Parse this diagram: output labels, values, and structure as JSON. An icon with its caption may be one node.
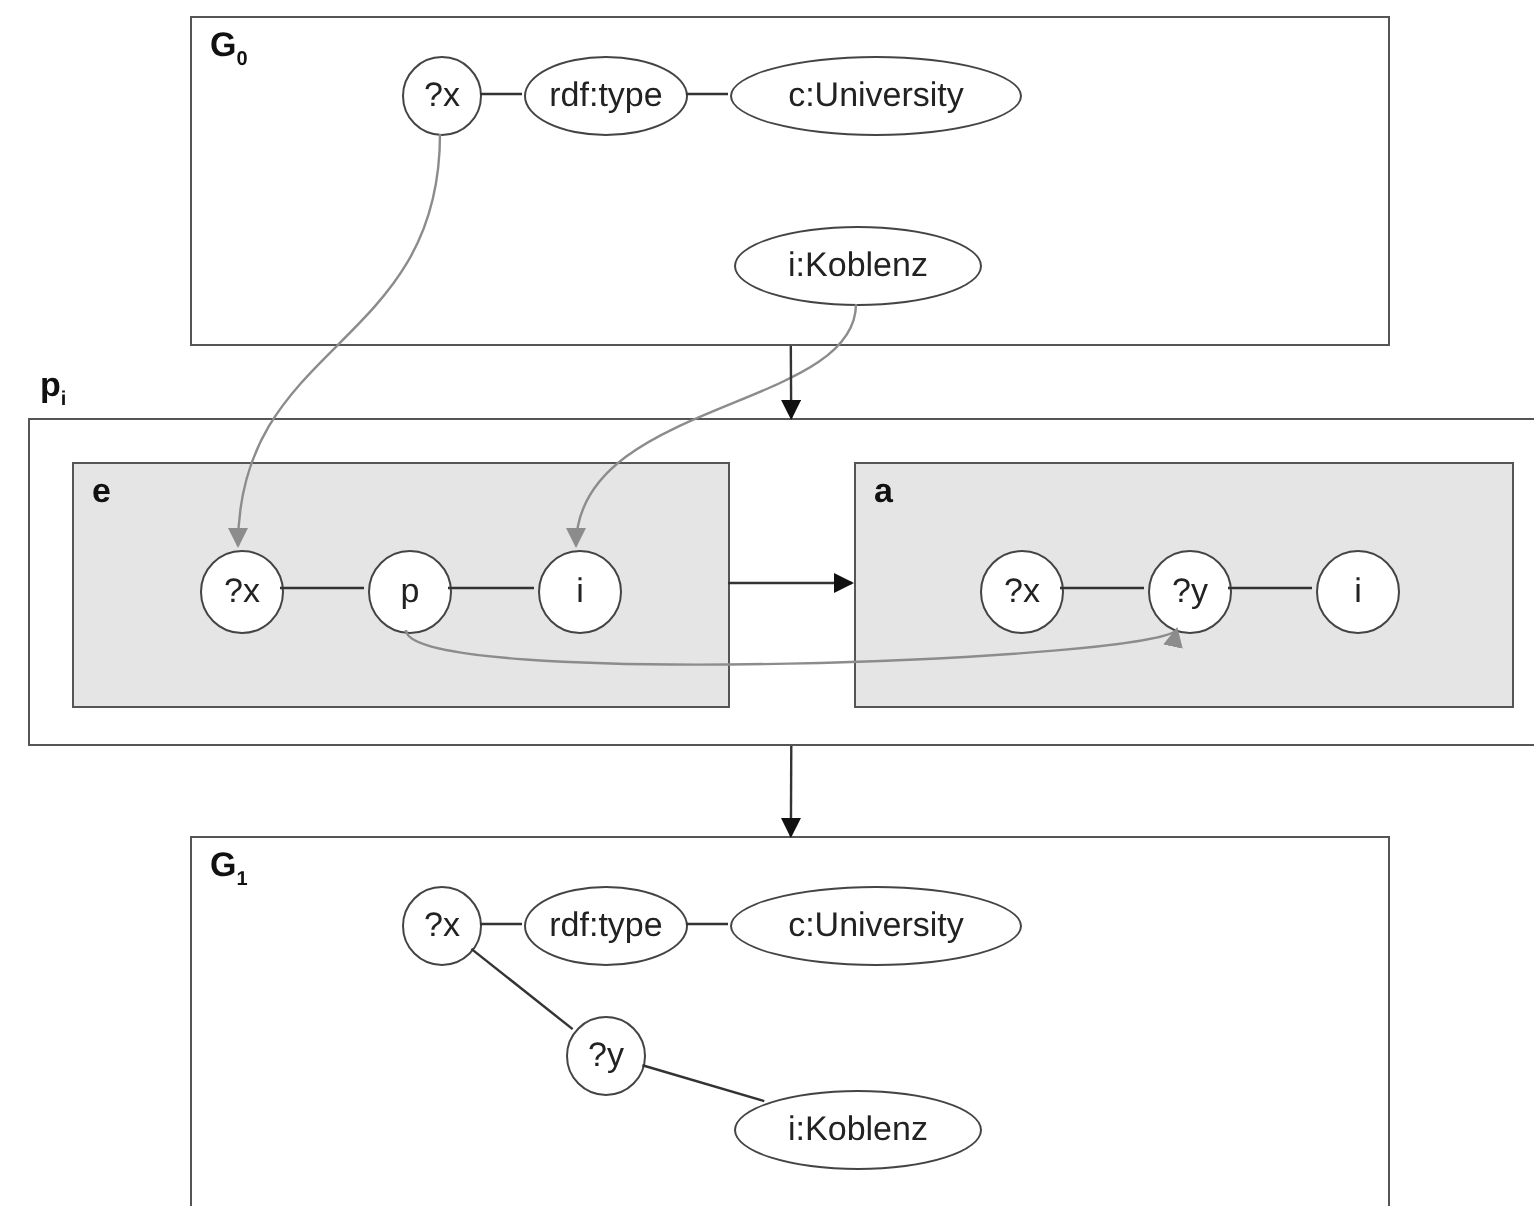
{
  "diagram": {
    "nodes": [
      {
        "text": [
          "G$_{0}$"
        ]
      },
      {
        "text": [
          "?x"
        ],
        "in": 0
      },
      {
        "text": [
          "rdf:type"
        ],
        "in": 0
      },
      {
        "text": [
          "c:University"
        ],
        "in": 0
      },
      {
        "text": [
          "i:Koblenz"
        ],
        "in": 0
      },
      {
        "text": [
          "p$_{i}$"
        ]
      },
      {
        "text": [
          "e"
        ],
        "in": 5
      },
      {
        "text": [
          "?x"
        ],
        "in": 6
      },
      {
        "text": [
          "p"
        ],
        "in": 6
      },
      {
        "text": [
          "i"
        ],
        "in": 6
      },
      {
        "text": [
          "a"
        ],
        "in": 5
      },
      {
        "text": [
          "?x"
        ],
        "in": 10
      },
      {
        "text": [
          "?y"
        ],
        "in": 10
      },
      {
        "text": [
          "i"
        ],
        "in": 10
      },
      {
        "text": [
          "G$_{1}$"
        ]
      },
      {
        "text": [
          "?x"
        ],
        "in": 14
      },
      {
        "text": [
          "rdf:type"
        ],
        "in": 14
      },
      {
        "text": [
          "c:University"
        ],
        "in": 14
      },
      {
        "text": [
          "?y"
        ],
        "in": 14
      },
      {
        "text": [
          "i:Koblenz"
        ],
        "in": 14
      }
    ],
    "edges": [
      {
        "from": 1,
        "to": 2,
        "arrow": "none"
      },
      {
        "from": 2,
        "to": 3,
        "arrow": "none"
      },
      {
        "from": 1,
        "to": 7,
        "arrow": "to",
        "color": "#8c8c8c"
      },
      {
        "from": 4,
        "to": 9,
        "arrow": "to",
        "color": "#8c8c8c"
      },
      {
        "from": 0,
        "to": 5,
        "arrow": "to"
      },
      {
        "from": 7,
        "to": 8,
        "arrow": "none"
      },
      {
        "from": 8,
        "to": 9,
        "arrow": "none"
      },
      {
        "from": 6,
        "to": 10,
        "arrow": "to"
      },
      {
        "from": 8,
        "to": 12,
        "arrow": "to",
        "color": "#8c8c8c"
      },
      {
        "from": 11,
        "to": 12,
        "arrow": "none"
      },
      {
        "from": 12,
        "to": 13,
        "arrow": "none"
      },
      {
        "from": 5,
        "to": 14,
        "arrow": "to"
      },
      {
        "from": 15,
        "to": 16,
        "arrow": "none"
      },
      {
        "from": 16,
        "to": 17,
        "arrow": "none"
      },
      {
        "from": 15,
        "to": 18,
        "arrow": "none"
      },
      {
        "from": 18,
        "to": 19,
        "arrow": "none"
      }
    ]
  }
}
